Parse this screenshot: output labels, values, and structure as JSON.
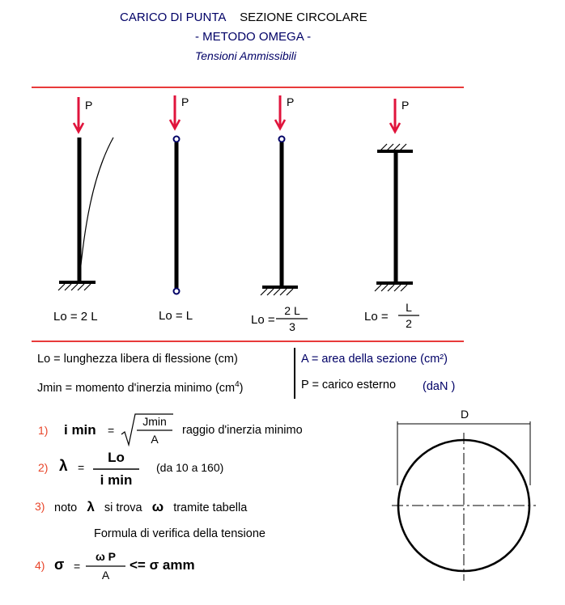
{
  "header": {
    "title_part1": "CARICO DI PUNTA",
    "title_part2": "SEZIONE  CIRCOLARE",
    "method": "- METODO  OMEGA -",
    "subtitle": "Tensioni Ammissibili"
  },
  "columns": {
    "load_label": "P",
    "lo_prefix": "Lo = ",
    "c1_lo": "Lo = 2 L",
    "c2_lo": "Lo = L",
    "c3_num": "2  L",
    "c3_den": "3",
    "c4_num": "L",
    "c4_den": "2"
  },
  "legend": {
    "lo_def": "Lo =  lunghezza  libera  di  flessione  (cm)",
    "area_def": "A = area della sezione (cm²)",
    "jmin_def": "Jmin = momento d'inerzia minimo  (cm",
    "jmin_exp": "4",
    "jmin_close": ")",
    "p_def": "P = carico esterno",
    "p_unit": "(daN )"
  },
  "formulas": {
    "f1_num": "1)",
    "f1_lhs": "i min",
    "f1_eq": "=",
    "f1_frac_num": "Jmin",
    "f1_frac_den": "A",
    "f1_desc": "raggio d'inerzia minimo",
    "f2_num": "2)",
    "f2_lhs": "λ",
    "f2_eq": "=",
    "f2_frac_num": "Lo",
    "f2_frac_den": "i min",
    "f2_desc": "(da 10 a 160)",
    "f3_num": "3)",
    "f3_text_a": "noto",
    "f3_lambda": "λ",
    "f3_text_b": "si trova",
    "f3_omega": "ω",
    "f3_text_c": "tramite tabella",
    "verify_title": "Formula di verifica della tensione",
    "f4_num": "4)",
    "f4_lhs": "σ",
    "f4_eq": "=",
    "f4_frac_num": "ω  P",
    "f4_frac_den": "A",
    "f4_rhs": "<= σ amm"
  },
  "section": {
    "diameter_label": "D"
  }
}
